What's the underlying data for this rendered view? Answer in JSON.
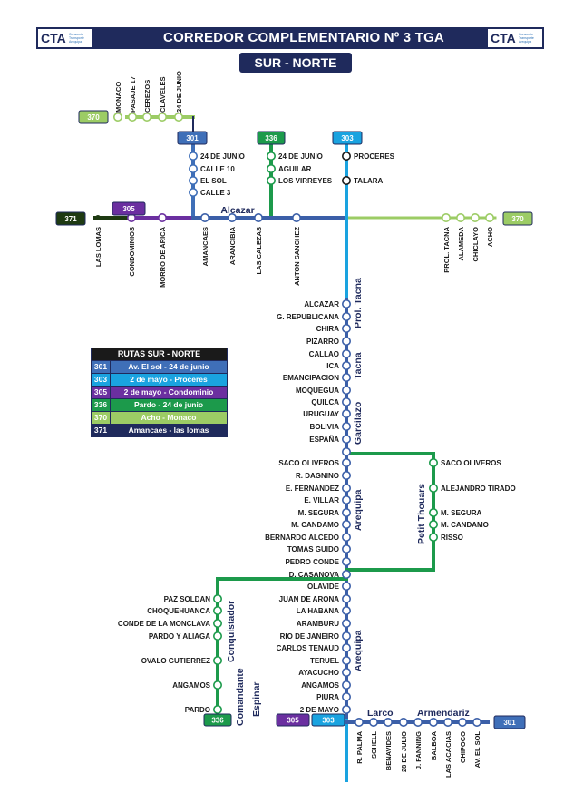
{
  "header": {
    "title": "CORREDOR COMPLEMENTARIO Nº 3 TGA",
    "subtitle": "SUR - NORTE",
    "logo_text": "CTA",
    "logo_subtext": "Consorcio Transporte Arequipa"
  },
  "colors": {
    "r301": "#3f6fb8",
    "r303": "#1aa3e0",
    "r305": "#6b2fa0",
    "r336": "#1c9a4b",
    "r370": "#9ccc65",
    "r371": "#1e3a12",
    "main": "#3b5fa8",
    "navy": "#1f2a5c"
  },
  "legend": {
    "title": "RUTAS SUR - NORTE",
    "rows": [
      {
        "code": "301",
        "name": "Av. El sol - 24 de junio",
        "color": "#3f6fb8",
        "text": "#ffffff"
      },
      {
        "code": "303",
        "name": "2 de mayo - Proceres",
        "color": "#1aa3e0",
        "text": "#ffffff"
      },
      {
        "code": "305",
        "name": "2 de mayo - Condominio",
        "color": "#6b2fa0",
        "text": "#ffffff"
      },
      {
        "code": "336",
        "name": "Pardo - 24 de junio",
        "color": "#1c9a4b",
        "text": "#ffffff"
      },
      {
        "code": "370",
        "name": "Acho - Monaco",
        "color": "#9ccc65",
        "text": "#ffffff"
      },
      {
        "code": "371",
        "name": "Amancaes - las lomas",
        "color": "#1f2a5c",
        "text": "#ffffff"
      }
    ]
  },
  "badges": [
    {
      "code": "370",
      "route": "r370"
    },
    {
      "code": "301",
      "route": "r301"
    },
    {
      "code": "336",
      "route": "r336"
    },
    {
      "code": "303",
      "route": "r303"
    },
    {
      "code": "305",
      "route": "r305"
    },
    {
      "code": "371",
      "route": "r371"
    },
    {
      "code": "370",
      "route": "r370"
    },
    {
      "code": "336",
      "route": "r336"
    },
    {
      "code": "305",
      "route": "r305"
    },
    {
      "code": "303",
      "route": "r303"
    },
    {
      "code": "301",
      "route": "r301"
    }
  ],
  "street_labels": [
    "Alcazar",
    "Prol. Tacna",
    "Tacna",
    "Garcilazo",
    "Arequipa",
    "Petit Thouars",
    "Arequipa",
    "Comandante",
    "Espinar",
    "Conquistador",
    "Larco",
    "Armendariz"
  ],
  "stops": {
    "top_left": [
      "MONACO",
      "PASAJE 17",
      "CEREZOS",
      "CLAVELES",
      "24 DE JUNIO"
    ],
    "route_301": [
      "24 DE JUNIO",
      "CALLE 10",
      "EL SOL",
      "CALLE 3"
    ],
    "route_336_top": [
      "24 DE JUNIO",
      "AGUILAR",
      "LOS VIRREYES"
    ],
    "route_303_top": [
      "PROCERES",
      "TALARA"
    ],
    "alcazar": [
      "LAS LOMAS",
      "CONDOMINIOS",
      "MORRO DE ARICA",
      "AMANCAES",
      "ARANCIBIA",
      "LAS CALEZAS",
      "ANTON SANCHEZ"
    ],
    "right_370": [
      "PROL. TACNA",
      "ALAMEDA",
      "CHICLAYO",
      "ACHO"
    ],
    "tacna": [
      "ALCAZAR",
      "G. REPUBLICANA",
      "CHIRA",
      "PIZARRO",
      "CALLAO",
      "ICA",
      "EMANCIPACION",
      "MOQUEGUA",
      "QUILCA",
      "URUGUAY",
      "BOLIVIA",
      "ESPAÑA"
    ],
    "arequipa_upper": [
      "SACO OLIVEROS",
      "R. DAGNINO",
      "E. FERNANDEZ",
      "E. VILLAR",
      "M. SEGURA",
      "M. CANDAMO",
      "BERNARDO ALCEDO",
      "TOMAS GUIDO",
      "PEDRO CONDE",
      "D. CASANOVA"
    ],
    "petit_thouars": [
      "SACO OLIVEROS",
      "ALEJANDRO TIRADO",
      "M. SEGURA",
      "M. CANDAMO",
      "RISSO"
    ],
    "arequipa_lower": [
      "OLAVIDE",
      "JUAN DE ARONA",
      "LA HABANA",
      "ARAMBURU",
      "RIO DE JANEIRO",
      "CARLOS TENAUD",
      "TERUEL",
      "AYACUCHO",
      "ANGAMOS",
      "PIURA",
      "2 DE MAYO"
    ],
    "conquistador": [
      "PAZ SOLDAN",
      "CHOQUEHUANCA",
      "CONDE DE LA MONCLAVA",
      "PARDO Y ALIAGA",
      "OVALO GUTIERREZ",
      "ANGAMOS",
      "PARDO"
    ],
    "bottom": [
      "R. PALMA",
      "SCHELL",
      "BENAVIDES",
      "28 DE JULIO",
      "J. FANNING",
      "BALBOA",
      "LAS ACACIAS",
      "CHIPOCO",
      "AV. EL SOL"
    ]
  }
}
